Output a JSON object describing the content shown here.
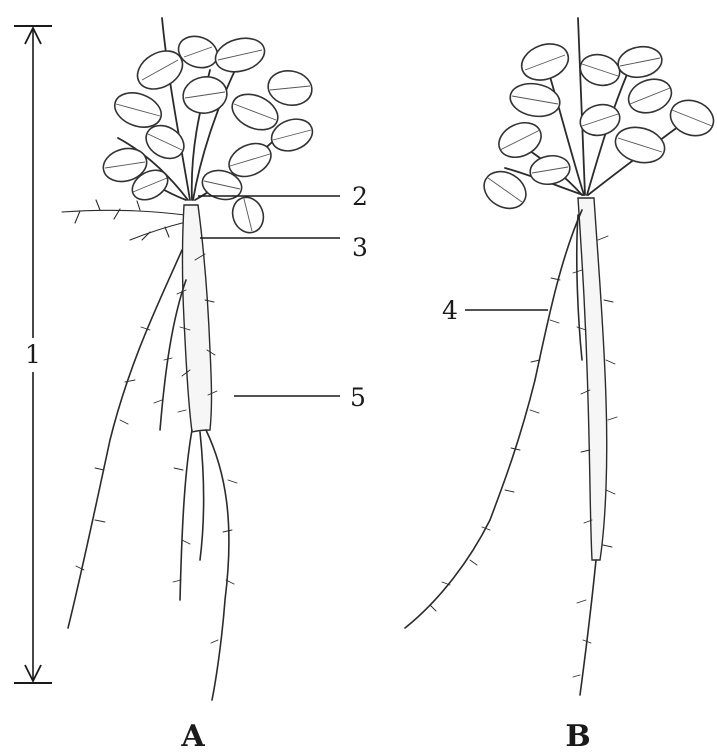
{
  "labels": {
    "n1": "1",
    "n2": "2",
    "n3": "3",
    "n4": "4",
    "n5": "5",
    "captionA": "A",
    "captionB": "B"
  },
  "colors": {
    "ink": "#2b2b2b",
    "background": "#ffffff"
  }
}
